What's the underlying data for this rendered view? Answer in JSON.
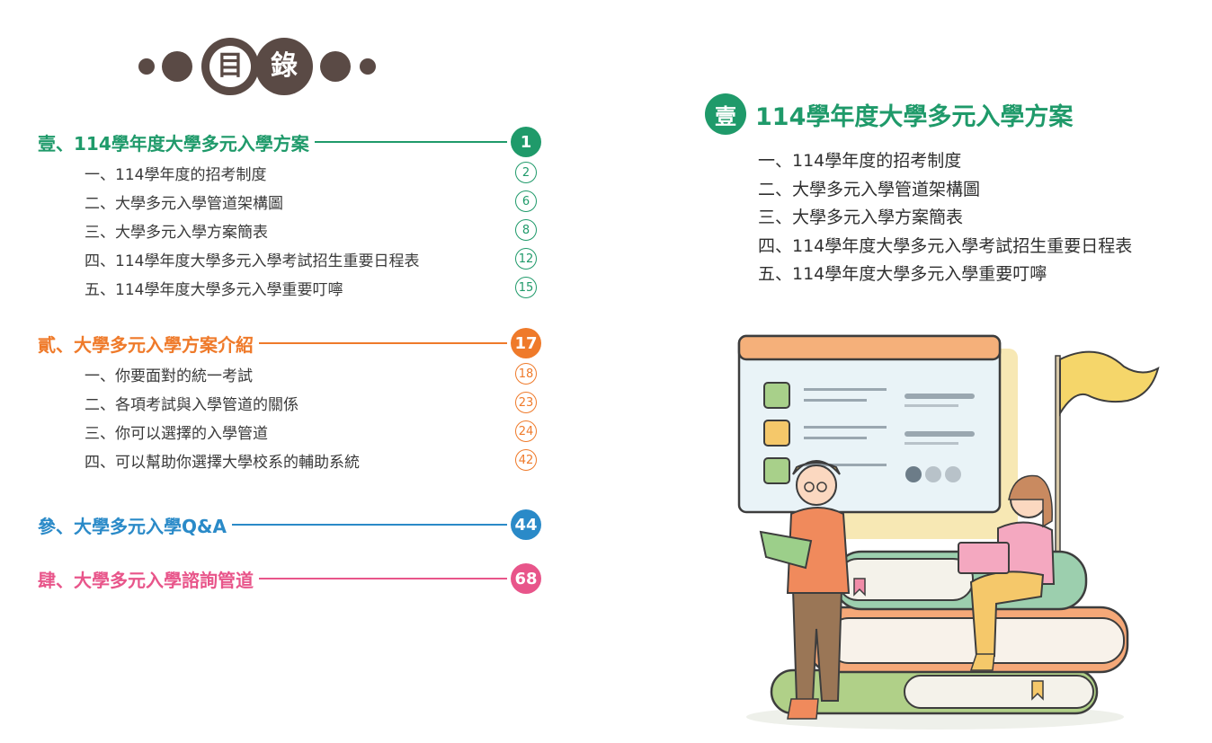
{
  "title": {
    "chars": [
      "目",
      "錄"
    ]
  },
  "toc": {
    "sections": [
      {
        "label": "壹、114學年度大學多元入學方案",
        "page": "1",
        "color": "#1f9a6a",
        "items": [
          {
            "label": "一、114學年度的招考制度",
            "page": "2"
          },
          {
            "label": "二、大學多元入學管道架構圖",
            "page": "6"
          },
          {
            "label": "三、大學多元入學方案簡表",
            "page": "8"
          },
          {
            "label": "四、114學年度大學多元入學考試招生重要日程表",
            "page": "12"
          },
          {
            "label": "五、114學年度大學多元入學重要叮嚀",
            "page": "15"
          }
        ]
      },
      {
        "label": "貳、大學多元入學方案介紹",
        "page": "17",
        "color": "#ef7a2a",
        "items": [
          {
            "label": "一、你要面對的統一考試",
            "page": "18"
          },
          {
            "label": "二、各項考試與入學管道的關係",
            "page": "23"
          },
          {
            "label": "三、你可以選擇的入學管道",
            "page": "24"
          },
          {
            "label": "四、可以幫助你選擇大學校系的輔助系統",
            "page": "42"
          }
        ]
      },
      {
        "label": "參、大學多元入學Q&A",
        "page": "44",
        "color": "#2a8ac8",
        "items": []
      },
      {
        "label": "肆、大學多元入學諮詢管道",
        "page": "68",
        "color": "#e8558a",
        "items": []
      }
    ]
  },
  "chapter": {
    "badge": "壹",
    "title": "114學年度大學多元入學方案",
    "color": "#1f9a6a",
    "items": [
      "一、114學年度的招考制度",
      "二、大學多元入學管道架構圖",
      "三、大學多元入學方案簡表",
      "四、114學年度大學多元入學考試招生重要日程表",
      "五、114學年度大學多元入學重要叮嚀"
    ]
  }
}
